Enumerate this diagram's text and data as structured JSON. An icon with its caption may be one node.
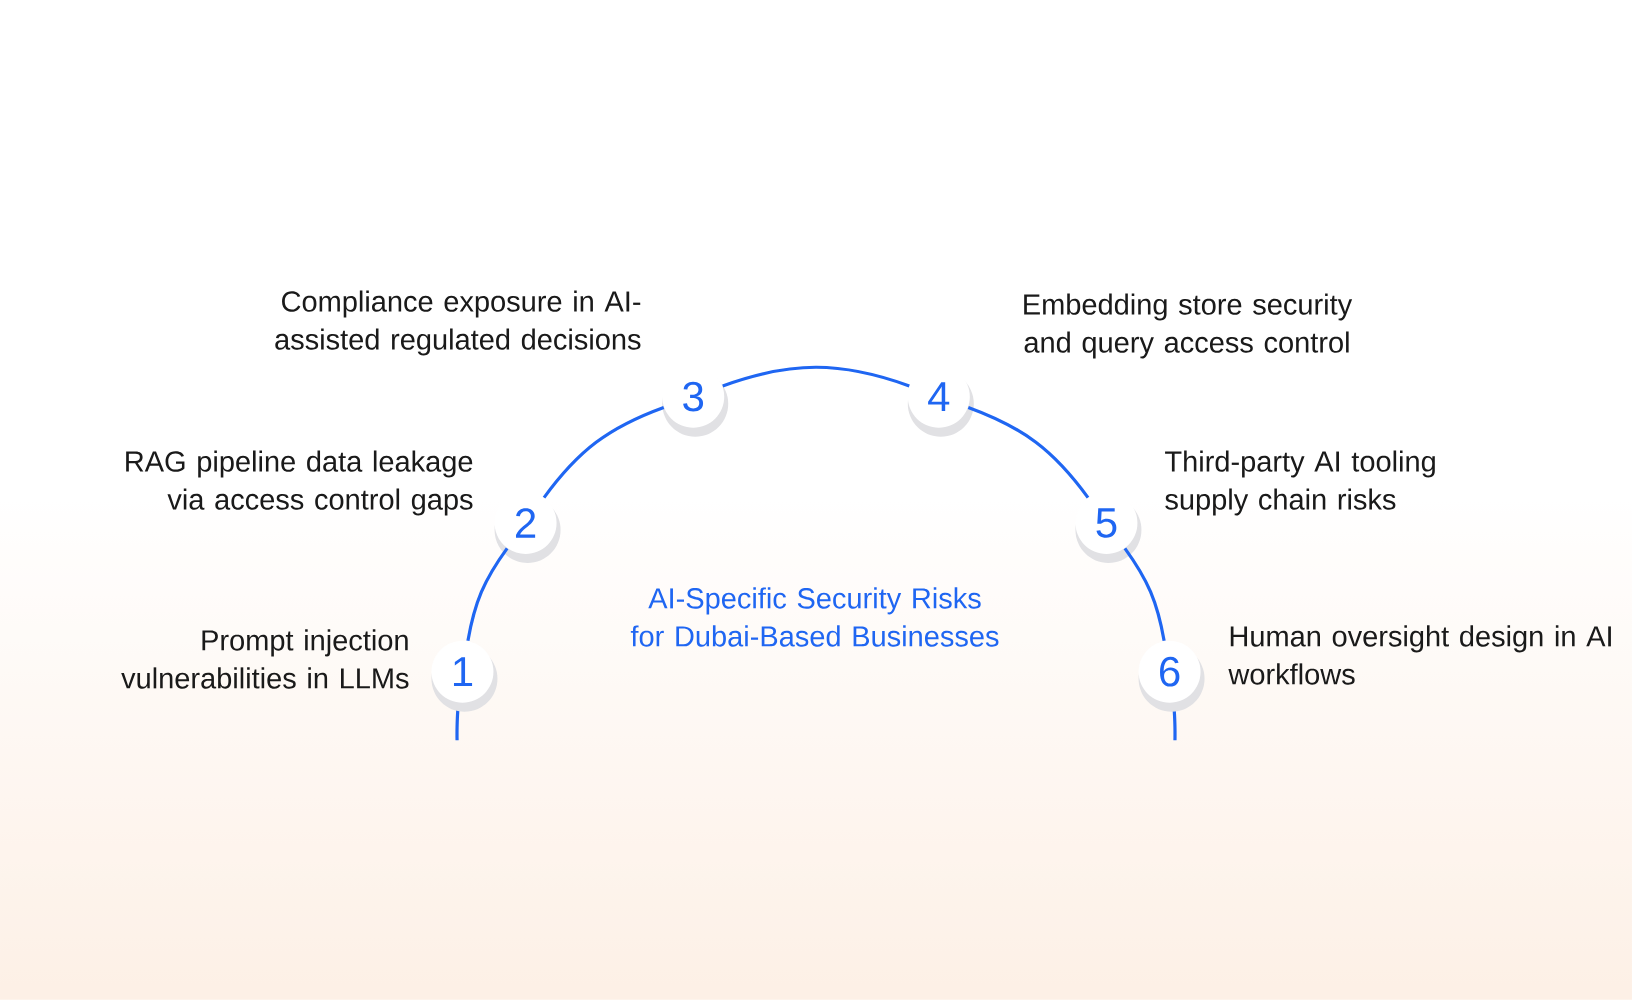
{
  "diagram": {
    "title": "AI-Specific Security Risks for Dubai-Based Businesses",
    "nodes": [
      {
        "text": [
          "1"
        ],
        "beside": [
          "Prompt injection vulnerabilities in LLMs"
        ]
      },
      {
        "text": [
          "2"
        ],
        "beside": [
          "RAG pipeline data leakage via access control gaps"
        ]
      },
      {
        "text": [
          "3"
        ],
        "beside": [
          "Compliance exposure in AI-assisted regulated decisions"
        ]
      },
      {
        "text": [
          "4"
        ],
        "beside": [
          "Embedding store security and query access control"
        ]
      },
      {
        "text": [
          "5"
        ],
        "beside": [
          "Third-party AI tooling supply chain risks"
        ]
      },
      {
        "text": [
          "6"
        ],
        "beside": [
          "Human oversight design in AI workflows"
        ]
      }
    ],
    "edges": [
      {
        "from": 0,
        "to": 1,
        "arrow": "none"
      },
      {
        "from": 1,
        "to": 2,
        "arrow": "none"
      },
      {
        "from": 2,
        "to": 3,
        "arrow": "none"
      },
      {
        "from": 3,
        "to": 4,
        "arrow": "none"
      },
      {
        "from": 4,
        "to": 5,
        "arrow": "none"
      }
    ]
  }
}
